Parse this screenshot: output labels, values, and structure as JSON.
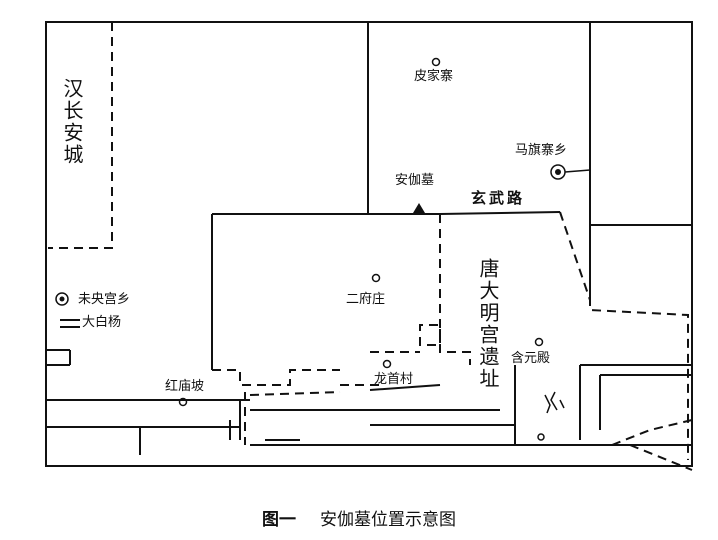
{
  "map": {
    "labels": {
      "han_city": "汉长安城",
      "tang_palace": "唐大明宫遗址",
      "road": "玄武路",
      "tomb": "安伽墓",
      "village_top": "皮家寨",
      "village_maqi": "马旗寨乡",
      "village_erfu": "二府庄",
      "village_weiyang": "未央宫乡",
      "village_dabai": "大白杨",
      "village_longshou": "龙首村",
      "village_hongmiao": "红庙坡",
      "hanyuan_hall": "含元殿"
    },
    "caption": {
      "number": "图一",
      "title": "安伽墓位置示意图"
    }
  }
}
